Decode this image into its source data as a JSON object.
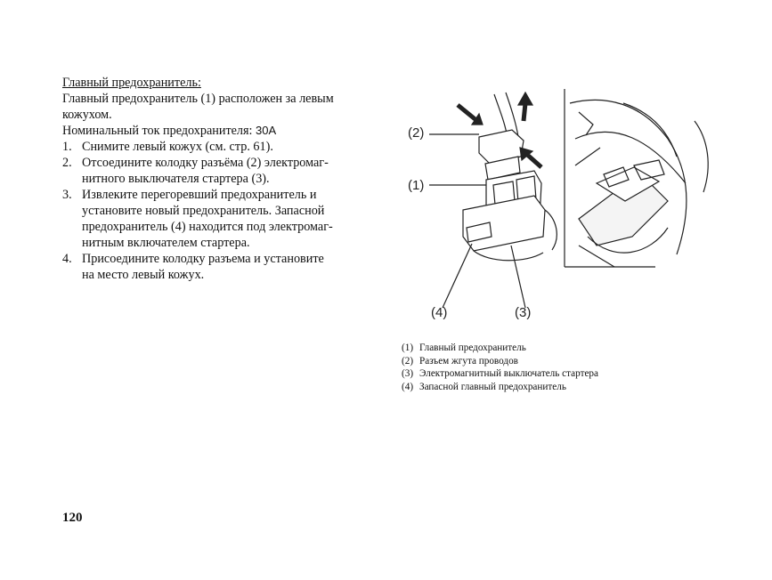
{
  "section": {
    "title": "Главный предохранитель:",
    "intro_line1": "Главный предохранитель (1) расположен за левым",
    "intro_line2": "кожухом.",
    "current_label": "Номинальный ток предохранителя:",
    "current_value": "30А"
  },
  "steps": [
    {
      "num": "1.",
      "lines": [
        "Снимите левый кожух (см. стр. 61)."
      ]
    },
    {
      "num": "2.",
      "lines": [
        "Отсоедините колодку разъёма (2) электромаг-",
        "нитного выключателя стартера (3)."
      ]
    },
    {
      "num": "3.",
      "lines": [
        "Извлеките перегоревший предохранитель и",
        "установите новый предохранитель. Запасной",
        "предохранитель (4) находится под электромаг-",
        "нитным включателем стартера."
      ]
    },
    {
      "num": "4.",
      "lines": [
        "Присоедините колодку разъема и установите",
        "на место левый кожух."
      ]
    }
  ],
  "figure": {
    "callouts": {
      "c1": "(1)",
      "c2": "(2)",
      "c3": "(3)",
      "c4": "(4)"
    }
  },
  "legend": [
    {
      "num": "(1)",
      "text": "Главный предохранитель"
    },
    {
      "num": "(2)",
      "text": "Разъем жгута проводов"
    },
    {
      "num": "(3)",
      "text": "Электромагнитный выключатель стартера"
    },
    {
      "num": "(4)",
      "text": "Запасной главный предохранитель"
    }
  ],
  "page_number": "120"
}
